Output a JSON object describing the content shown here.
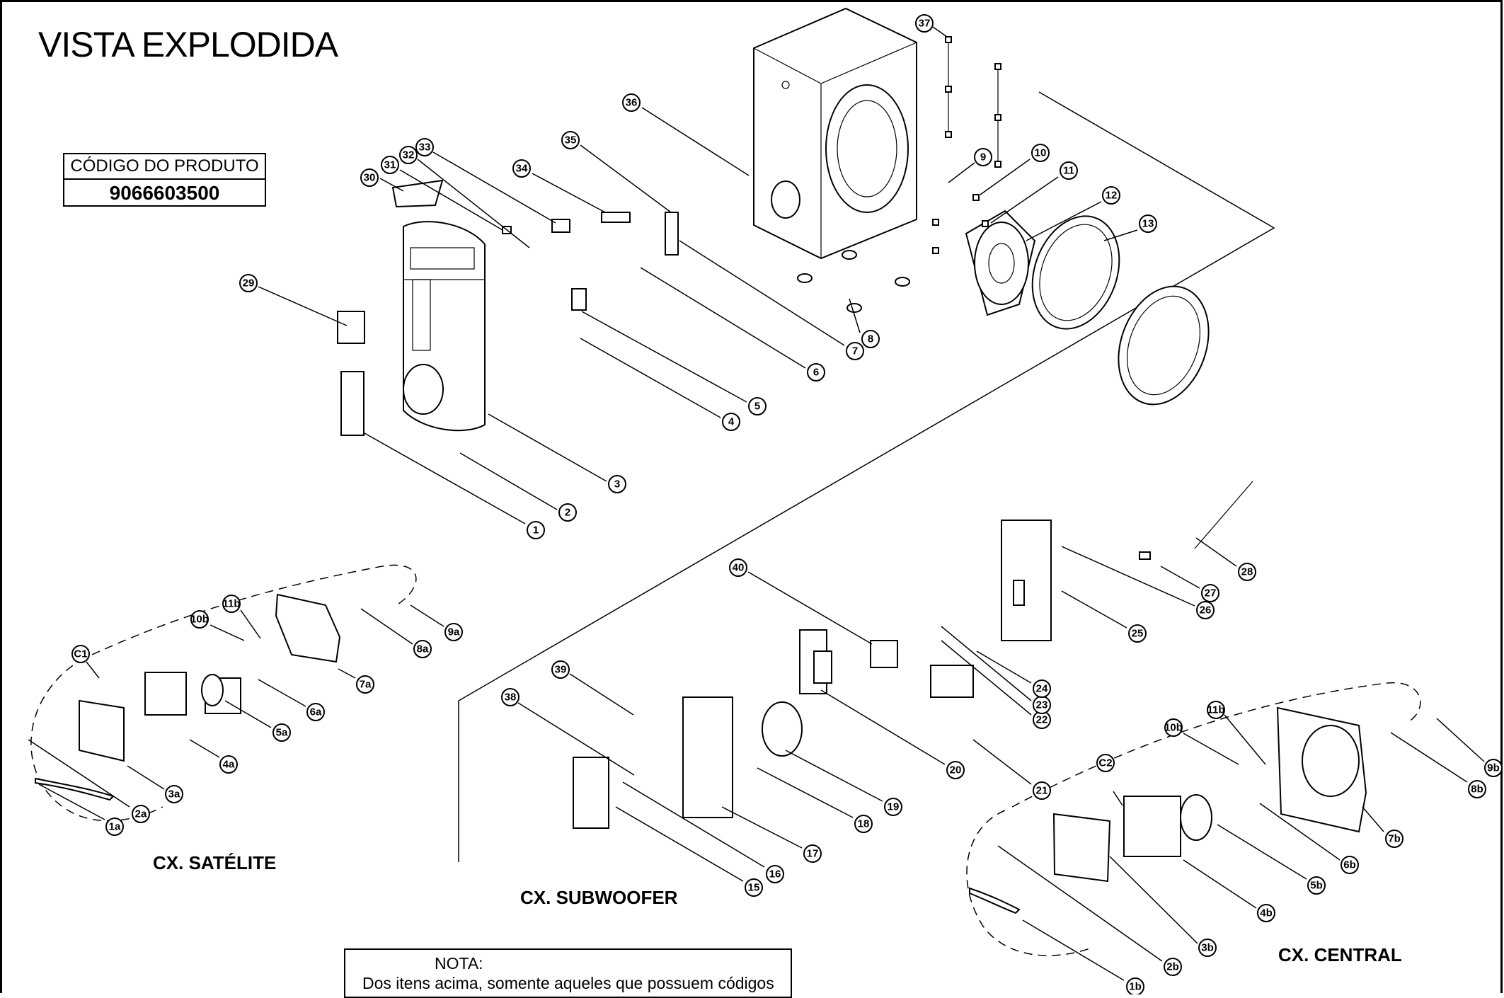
{
  "title": "VISTA EXPLODIDA",
  "product": {
    "label": "CÓDIGO DO PRODUTO",
    "code": "9066603500"
  },
  "groups": {
    "satellite": "CX. SATÉLITE",
    "subwoofer": "CX. SUBWOOFER",
    "central": "CX. CENTRAL"
  },
  "note": {
    "title": "NOTA:",
    "text": "Dos itens acima, somente aqueles que possuem códigos"
  },
  "callouts": [
    "1",
    "2",
    "3",
    "4",
    "5",
    "6",
    "7",
    "8",
    "9",
    "10",
    "11",
    "12",
    "13",
    "15",
    "16",
    "17",
    "18",
    "19",
    "20",
    "21",
    "22",
    "23",
    "24",
    "25",
    "26",
    "27",
    "28",
    "29",
    "30",
    "31",
    "32",
    "33",
    "34",
    "35",
    "36",
    "37",
    "38",
    "39",
    "40",
    "1a",
    "2a",
    "3a",
    "4a",
    "5a",
    "6a",
    "7a",
    "8a",
    "9a",
    "10b",
    "11b",
    "C1",
    "C2",
    "1b",
    "2b",
    "3b",
    "4b",
    "5b",
    "6b",
    "7b",
    "8b",
    "9b"
  ]
}
